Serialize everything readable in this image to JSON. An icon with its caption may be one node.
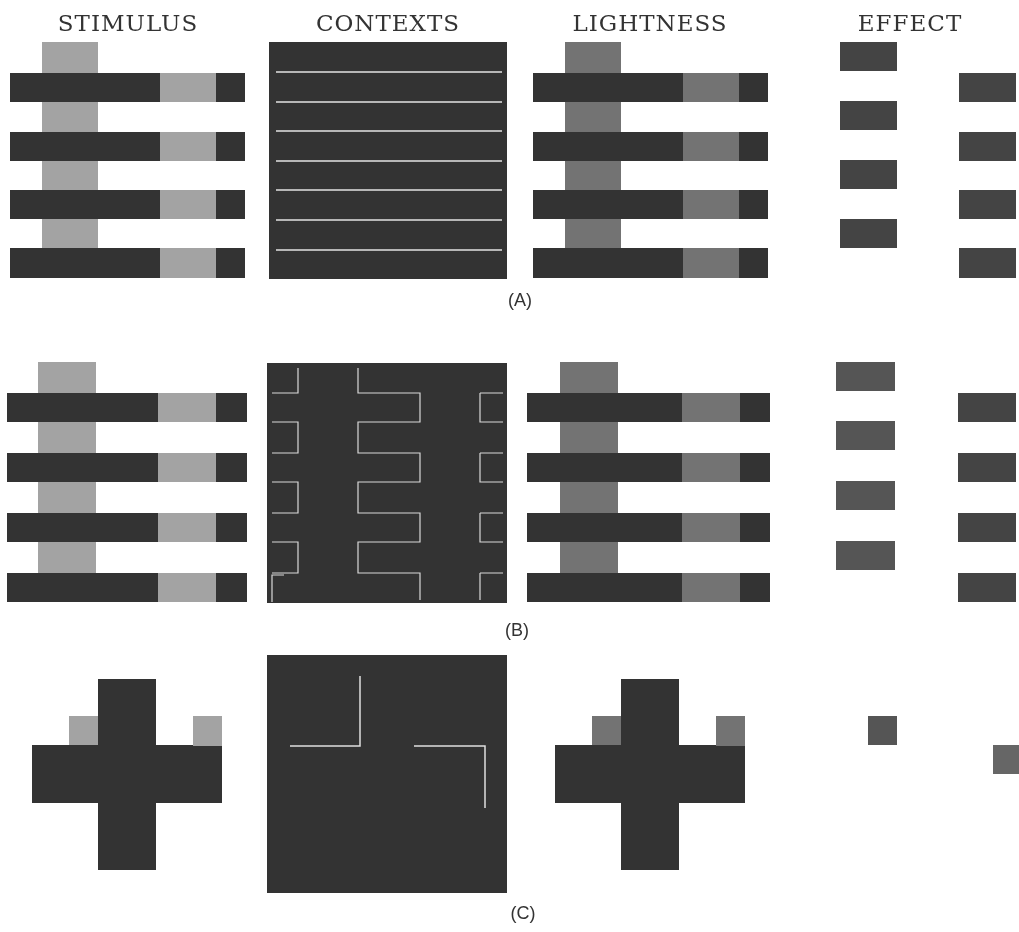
{
  "diagram": {
    "labels": [
      "STIMULUS",
      "CONTEXTS",
      "LIGHTNESS",
      "EFFECT",
      "(A)",
      "(B)",
      "(C)"
    ]
  }
}
